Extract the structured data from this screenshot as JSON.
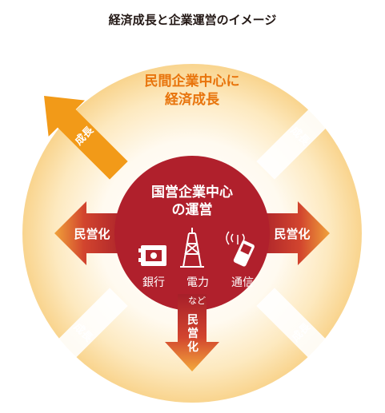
{
  "title": "経済成長と企業運営のイメージ",
  "outer": {
    "line1": "民間企業中心に",
    "line2": "経済成長"
  },
  "center": {
    "line1": "国営企業中心",
    "line2": "の運営"
  },
  "arrows": {
    "growth_label": "成長",
    "privatize_label": "民営化",
    "privatize_chars": [
      "民",
      "営",
      "化"
    ]
  },
  "sectors": [
    {
      "icon": "bank-icon",
      "label": "銀行"
    },
    {
      "icon": "power-tower-icon",
      "label": "電力"
    },
    {
      "icon": "mobile-phone-icon",
      "label": "通信"
    }
  ],
  "etc": "など",
  "colors": {
    "title": "#231815",
    "outer_text": "#e8740c",
    "center_fill": "#b0202c",
    "arrow_side": "#c83c3c",
    "arrow_orange": "#f5a21e"
  }
}
